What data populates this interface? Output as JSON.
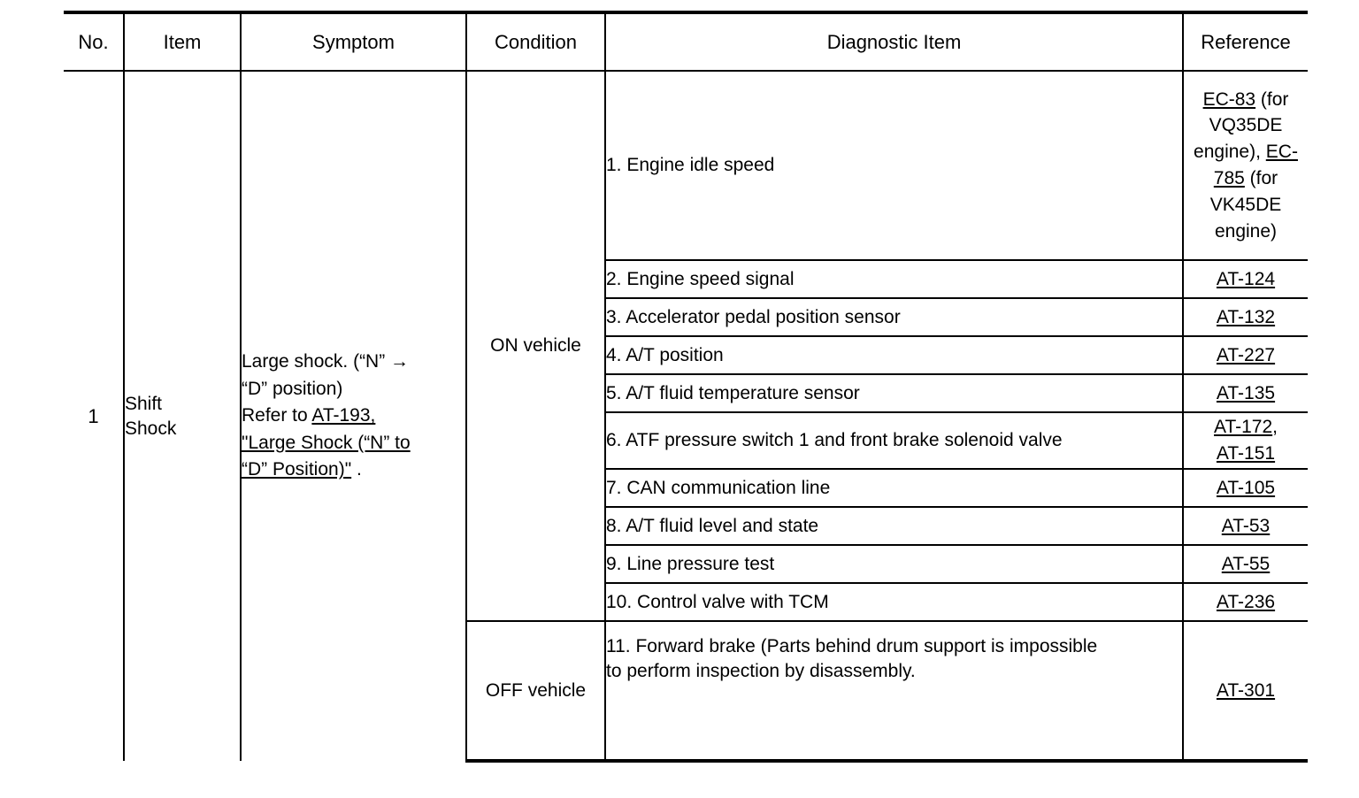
{
  "table": {
    "headers": [
      {
        "key": "no",
        "label": "No."
      },
      {
        "key": "item",
        "label": "Item"
      },
      {
        "key": "symptom",
        "label": "Symptom"
      },
      {
        "key": "condition",
        "label": "Condition"
      },
      {
        "key": "diagnostic",
        "label": "Diagnostic Item"
      },
      {
        "key": "reference",
        "label": "Reference"
      }
    ],
    "row_group": {
      "no": "1",
      "item": "Shift Shock",
      "item_line1": "Shift",
      "item_line2": "Shock",
      "symptom": {
        "line1": "Large shock. (“N” →",
        "line2": "“D” position)",
        "line3_prefix": "Refer to ",
        "link_text": "AT-193, \"Large Shock (“N” to “D” Position)\"",
        "link_part1": "AT-193,",
        "link_part2": "\"Large Shock (“N” to",
        "link_part3": "“D” Position)\"",
        "suffix": " ."
      },
      "conditions": [
        {
          "label": "ON vehicle"
        },
        {
          "label": "OFF vehicle"
        }
      ]
    },
    "on_vehicle_rows": [
      {
        "diagnostic": "1. Engine idle speed",
        "reference_plain": "EC-83 (for VQ35DE engine), EC-785 (for VK45DE engine)",
        "reference_parts": [
          {
            "text": "EC-83",
            "link": true
          },
          {
            "text": " (for VQ35DE engine), ",
            "link": false
          },
          {
            "text": "EC-785",
            "link": true
          },
          {
            "text": " (for VK45DE engine)",
            "link": false
          }
        ]
      },
      {
        "diagnostic": "2. Engine speed signal",
        "reference_plain": "AT-124",
        "reference_parts": [
          {
            "text": "AT-124",
            "link": true
          }
        ]
      },
      {
        "diagnostic": "3. Accelerator pedal position sensor",
        "reference_plain": "AT-132",
        "reference_parts": [
          {
            "text": "AT-132",
            "link": true
          }
        ]
      },
      {
        "diagnostic": "4. A/T position",
        "reference_plain": "AT-227",
        "reference_parts": [
          {
            "text": "AT-227",
            "link": true
          }
        ]
      },
      {
        "diagnostic": "5. A/T fluid temperature sensor",
        "reference_plain": "AT-135",
        "reference_parts": [
          {
            "text": "AT-135",
            "link": true
          }
        ]
      },
      {
        "diagnostic": "6. ATF pressure switch 1 and front brake solenoid valve",
        "reference_plain": "AT-172, AT-151",
        "reference_parts": [
          {
            "text": "AT-172",
            "link": true
          },
          {
            "text": ",",
            "link": false
          },
          {
            "text": "BREAK",
            "link": false
          },
          {
            "text": "AT-151",
            "link": true
          }
        ]
      },
      {
        "diagnostic": "7. CAN communication line",
        "reference_plain": "AT-105",
        "reference_parts": [
          {
            "text": "AT-105",
            "link": true
          }
        ]
      },
      {
        "diagnostic": "8. A/T fluid level and state",
        "reference_plain": "AT-53",
        "reference_parts": [
          {
            "text": "AT-53",
            "link": true
          }
        ]
      },
      {
        "diagnostic": "9. Line pressure test",
        "reference_plain": "AT-55",
        "reference_parts": [
          {
            "text": "AT-55",
            "link": true
          }
        ]
      },
      {
        "diagnostic": "10. Control valve with TCM",
        "reference_plain": "AT-236",
        "reference_parts": [
          {
            "text": "AT-236",
            "link": true
          }
        ]
      }
    ],
    "off_vehicle_rows": [
      {
        "diagnostic": "11. Forward brake (Parts behind drum support is impossible to perform inspection by disassembly.",
        "diagnostic_line1": "11. Forward brake (Parts behind drum support is impossible",
        "diagnostic_line2": "to perform inspection by disassembly.",
        "reference_plain": "AT-301",
        "reference_parts": [
          {
            "text": "AT-301",
            "link": true
          }
        ]
      }
    ]
  },
  "colors": {
    "text": "#000000",
    "rule": "#000000",
    "background": "#ffffff"
  }
}
